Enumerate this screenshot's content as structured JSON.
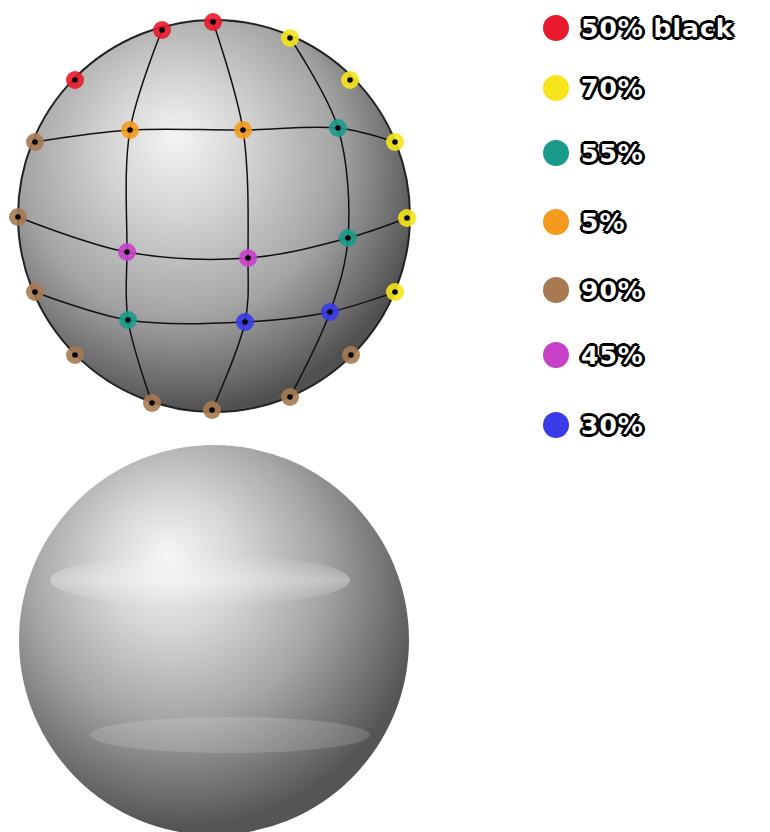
{
  "diagram": {
    "legend": [
      {
        "text": "50% black",
        "color": "#e8192c"
      },
      {
        "text": "70%",
        "color": "#f5e51a"
      },
      {
        "text": "55%",
        "color": "#1a9a8a"
      },
      {
        "text": "5%",
        "color": "#f39a1f"
      },
      {
        "text": "90%",
        "color": "#a77a52"
      },
      {
        "text": "45%",
        "color": "#c83fc8"
      },
      {
        "text": "30%",
        "color": "#3a3ae8"
      }
    ]
  }
}
